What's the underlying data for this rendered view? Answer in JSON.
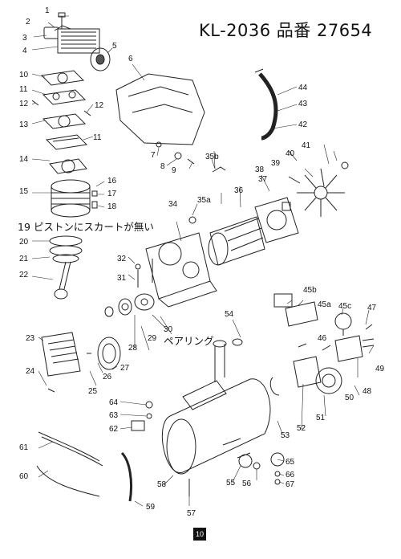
{
  "header": {
    "title": "KL-2036  品番 27654"
  },
  "notes": {
    "piston": "19 ピストンにスカートが無い",
    "bearing": "ペアリング"
  },
  "page_number": "10",
  "callouts": [
    {
      "id": "c1",
      "label": "1"
    },
    {
      "id": "c2",
      "label": "2"
    },
    {
      "id": "c3",
      "label": "3"
    },
    {
      "id": "c4",
      "label": "4"
    },
    {
      "id": "c5",
      "label": "5"
    },
    {
      "id": "c6",
      "label": "6"
    },
    {
      "id": "c7",
      "label": "7"
    },
    {
      "id": "c8",
      "label": "8"
    },
    {
      "id": "c9",
      "label": "9"
    },
    {
      "id": "c10",
      "label": "10"
    },
    {
      "id": "c11a",
      "label": "11"
    },
    {
      "id": "c11b",
      "label": "11"
    },
    {
      "id": "c12a",
      "label": "12"
    },
    {
      "id": "c12b",
      "label": "12"
    },
    {
      "id": "c13",
      "label": "13"
    },
    {
      "id": "c14",
      "label": "14"
    },
    {
      "id": "c15",
      "label": "15"
    },
    {
      "id": "c16",
      "label": "16"
    },
    {
      "id": "c17",
      "label": "17"
    },
    {
      "id": "c18",
      "label": "18"
    },
    {
      "id": "c20",
      "label": "20"
    },
    {
      "id": "c21",
      "label": "21"
    },
    {
      "id": "c22",
      "label": "22"
    },
    {
      "id": "c23",
      "label": "23"
    },
    {
      "id": "c24",
      "label": "24"
    },
    {
      "id": "c25",
      "label": "25"
    },
    {
      "id": "c26",
      "label": "26"
    },
    {
      "id": "c27",
      "label": "27"
    },
    {
      "id": "c28",
      "label": "28"
    },
    {
      "id": "c29",
      "label": "29"
    },
    {
      "id": "c30",
      "label": "30"
    },
    {
      "id": "c31",
      "label": "31"
    },
    {
      "id": "c32",
      "label": "32"
    },
    {
      "id": "c34",
      "label": "34"
    },
    {
      "id": "c35a",
      "label": "35a"
    },
    {
      "id": "c35b",
      "label": "35b"
    },
    {
      "id": "c36",
      "label": "36"
    },
    {
      "id": "c37",
      "label": "37"
    },
    {
      "id": "c38",
      "label": "38"
    },
    {
      "id": "c39",
      "label": "39"
    },
    {
      "id": "c40",
      "label": "40"
    },
    {
      "id": "c41",
      "label": "41"
    },
    {
      "id": "c42",
      "label": "42"
    },
    {
      "id": "c43",
      "label": "43"
    },
    {
      "id": "c44",
      "label": "44"
    },
    {
      "id": "c45a",
      "label": "45a"
    },
    {
      "id": "c45b",
      "label": "45b"
    },
    {
      "id": "c45c",
      "label": "45c"
    },
    {
      "id": "c46",
      "label": "46"
    },
    {
      "id": "c47",
      "label": "47"
    },
    {
      "id": "c48",
      "label": "48"
    },
    {
      "id": "c49",
      "label": "49"
    },
    {
      "id": "c50",
      "label": "50"
    },
    {
      "id": "c51",
      "label": "51"
    },
    {
      "id": "c52",
      "label": "52"
    },
    {
      "id": "c53",
      "label": "53"
    },
    {
      "id": "c54",
      "label": "54"
    },
    {
      "id": "c55",
      "label": "55"
    },
    {
      "id": "c56",
      "label": "56"
    },
    {
      "id": "c57",
      "label": "57"
    },
    {
      "id": "c58",
      "label": "58"
    },
    {
      "id": "c59",
      "label": "59"
    },
    {
      "id": "c60",
      "label": "60"
    },
    {
      "id": "c61",
      "label": "61"
    },
    {
      "id": "c62",
      "label": "62"
    },
    {
      "id": "c63",
      "label": "63"
    },
    {
      "id": "c64",
      "label": "64"
    },
    {
      "id": "c65",
      "label": "65"
    },
    {
      "id": "c66",
      "label": "66"
    },
    {
      "id": "c67",
      "label": "67"
    }
  ]
}
